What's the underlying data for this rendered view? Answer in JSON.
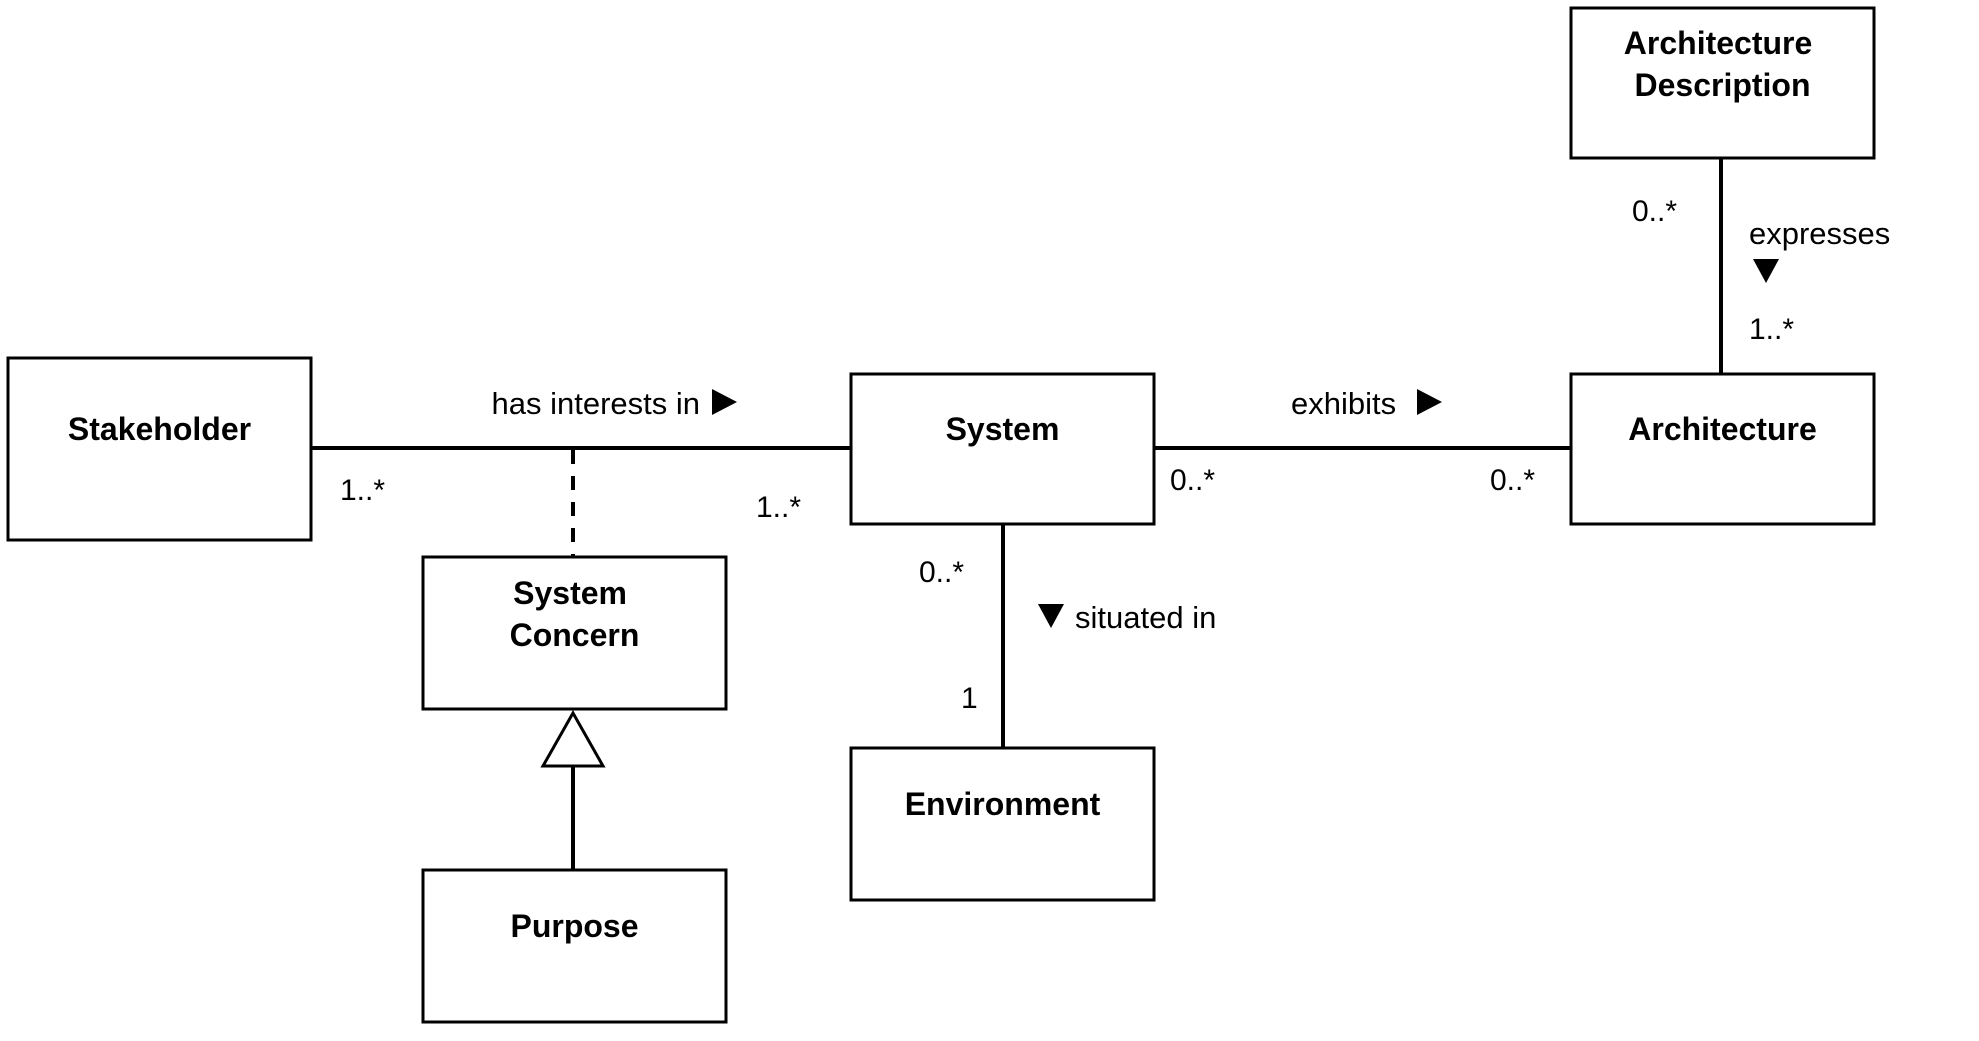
{
  "classes": {
    "stakeholder": "Stakeholder",
    "system": "System",
    "architecture": "Architecture",
    "architecture_description": [
      "Architecture",
      "Description"
    ],
    "system_concern": [
      "System",
      "Concern"
    ],
    "environment": "Environment",
    "purpose": "Purpose"
  },
  "associations": {
    "has_interests_in": {
      "label": "has interests in",
      "direction_icon": "triangle-right-icon",
      "stakeholder_multiplicity": "1..*",
      "system_multiplicity": "1..*"
    },
    "exhibits": {
      "label": "exhibits",
      "direction_icon": "triangle-right-icon",
      "system_multiplicity": "0..*",
      "architecture_multiplicity": "0..*"
    },
    "expresses": {
      "label": "expresses",
      "direction_icon": "triangle-down-icon",
      "description_multiplicity": "0..*",
      "architecture_multiplicity": "1..*"
    },
    "situated_in": {
      "label": "situated in",
      "direction_icon": "triangle-down-icon",
      "system_multiplicity": "0..*",
      "environment_multiplicity": "1"
    }
  }
}
